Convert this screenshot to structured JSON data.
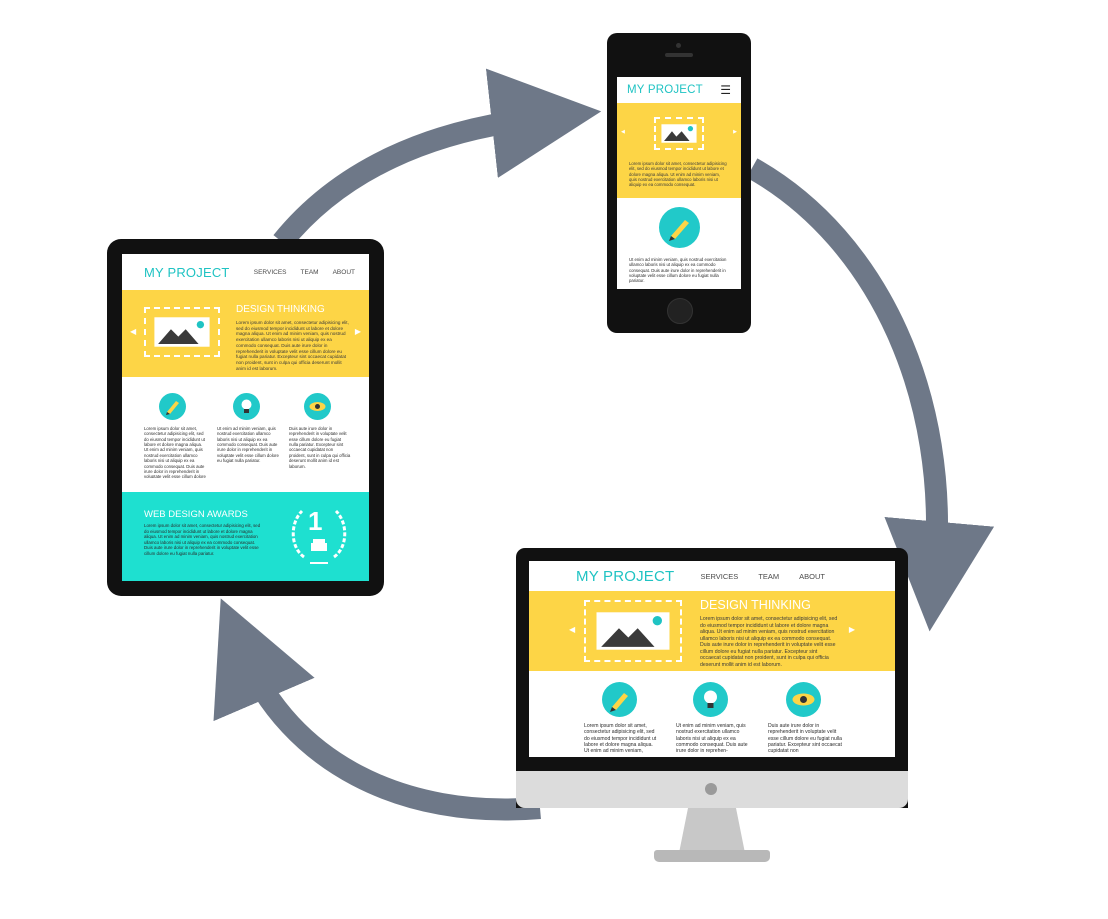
{
  "colors": {
    "teal": "#1fc3c3",
    "yellow": "#fdd546",
    "aqua": "#1ee0d0",
    "arrow": "#6e7888",
    "frame": "#111111"
  },
  "icons": [
    "circular-arrow-icon",
    "image-icon",
    "pencil-icon",
    "lightbulb-icon",
    "eye-icon",
    "laurel-award-icon",
    "hamburger-menu-icon"
  ],
  "tablet": {
    "logo": "MY PROJECT",
    "nav": [
      "SERVICES",
      "TEAM",
      "ABOUT"
    ],
    "hero_title": "DESIGN THINKING",
    "hero_text": "Lorem ipsum dolor sit amet, consectetur adipisicing elit, sed do eiusmod tempor incididunt ut labore et dolore magna aliqua. Ut enim ad minim veniam, quis nostrud exercitation ullamco laboris nisi ut aliquip ex ea commodo consequat. Duis aute irure dolor in reprehenderit in voluptate velit esse cillum dolore eu fugiat nulla pariatur. Excepteur sint occaecat cupidatat non proident, sunt in culpa qui officia deserunt mollit anim id est laborum.",
    "col1": "Lorem ipsum dolor sit amet, consectetur adipisicing elit, sed do eiusmod tempor incididunt ut labore et dolore magna aliqua. Ut enim ad minim veniam, quis nostrud exercitation ullamco laboris nisi ut aliquip ex ea commodo consequat. Duis aute irure dolor in reprehenderit in voluptate velit esse cillum dolore eu fugiat nulla pariatur.",
    "col2": "Ut enim ad minim veniam, quis nostrud exercitation ullamco laboris nisi ut aliquip ex ea commodo consequat. Duis aute irure dolor in reprehenderit in voluptate velit esse cillum dolore eu fugiat nulla pariatur.",
    "col3": "Duis aute irure dolor in reprehenderit in voluptate velit esse cillum dolore eu fugiat nulla pariatur. Excepteur sint occaecat cupidatat non proident, sunt in culpa qui officia deserunt mollit anim id est laborum.",
    "awards_title": "WEB DESIGN AWARDS",
    "awards_text": "Lorem ipsum dolor sit amet, consectetur adipisicing elit, sed do eiusmod tempor incididunt ut labore et dolore magna aliqua. Ut enim ad minim veniam, quis nostrud exercitation ullamco laboris nisi ut aliquip ex ea commodo consequat. Duis aute irure dolor in reprehenderit in voluptate velit esse cillum dolore eu fugiat nulla pariatur.",
    "award_number": "1"
  },
  "phone": {
    "logo": "MY PROJECT",
    "hero_text": "Lorem ipsum dolor sit amet, consectetur adipisicing elit, sed do eiusmod tempor incididunt ut labore et dolore magna aliqua. Ut enim ad minim veniam, quis nostrud exercitation ullamco laboris nisi ut aliquip ex ea commodo consequat.",
    "body_text": "Ut enim ad minim veniam, quis nostrud exercitation ullamco laboris nisi ut aliquip ex ea commodo consequat. Duis aute irure dolor in reprehenderit in voluptate velit esse cillum dolore eu fugiat nulla pariatur."
  },
  "desktop": {
    "logo": "MY PROJECT",
    "nav": [
      "SERVICES",
      "TEAM",
      "ABOUT"
    ],
    "hero_title": "DESIGN THINKING",
    "hero_text": "Lorem ipsum dolor sit amet, consectetur adipisicing elit, sed do eiusmod tempor incididunt ut labore et dolore magna aliqua. Ut enim ad minim veniam, quis nostrud exercitation ullamco laboris nisi ut aliquip ex ea commodo consequat. Duis aute irure dolor in reprehenderit in voluptate velit esse cillum dolore eu fugiat nulla pariatur. Excepteur sint occaecat cupidatat non proident, sunt in culpa qui officia deserunt mollit anim id est laborum.",
    "col1": "Lorem ipsum dolor sit amet, consectetur adipisicing elit, sed do eiusmod tempor incididunt ut labore et dolore magna aliqua. Ut enim ad minim veniam,",
    "col2": "Ut enim ad minim veniam, quis nostrud exercitation ullamco laboris nisi ut aliquip ex ea commodo consequat. Duis aute irure dolor in reprehen-",
    "col3": "Duis aute irure dolor in reprehenderit in voluptate velit esse cillum dolore eu fugiat nulla pariatur. Excepteur sint occaecat cupidatat non"
  }
}
